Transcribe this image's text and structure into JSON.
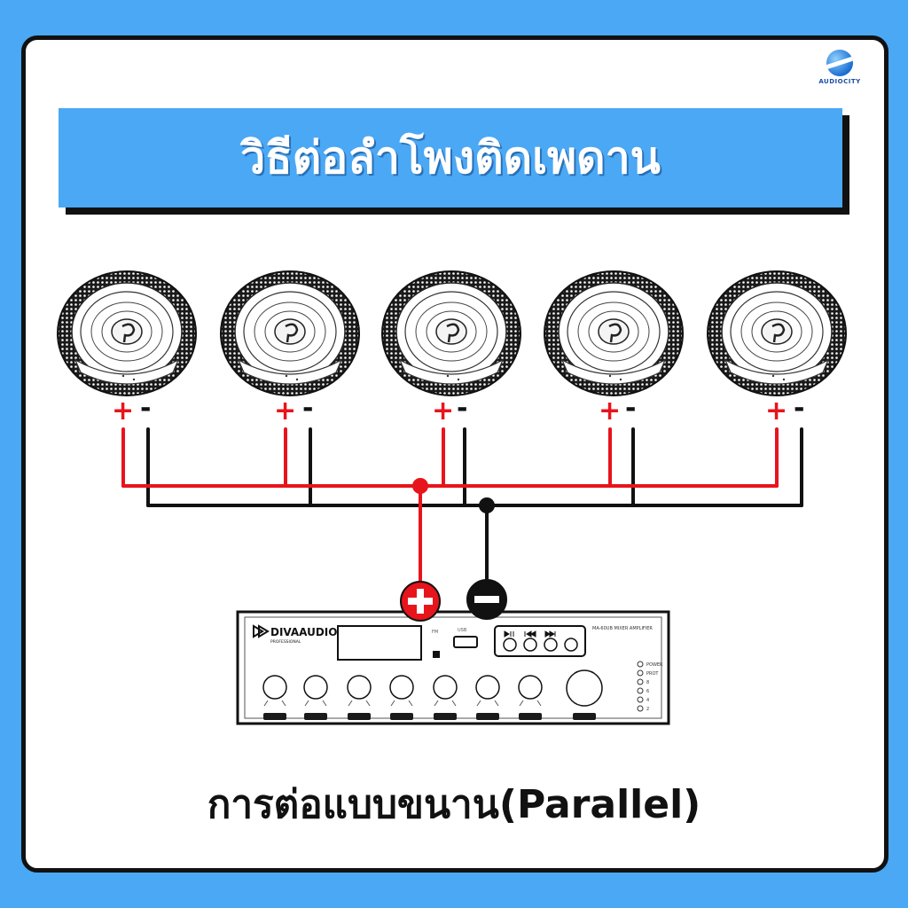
{
  "brand": {
    "name": "AUDIOCITY"
  },
  "title": "วิธีต่อลำโพงติดเพดาน",
  "caption": "การต่อแบบขนาน(Parallel)",
  "speakers": [
    {
      "plus": "+",
      "minus": "-"
    },
    {
      "plus": "+",
      "minus": "-"
    },
    {
      "plus": "+",
      "minus": "-"
    },
    {
      "plus": "+",
      "minus": "-"
    },
    {
      "plus": "+",
      "minus": "-"
    }
  ],
  "terminals": {
    "positive": "+",
    "negative": "-"
  },
  "amplifier": {
    "brand": "DIVAAUDIO",
    "brand_sub": "PROFESSIONAL",
    "model": "MA-60UB MIXER AMPLIFIER",
    "fm_label": "FM",
    "usb_label": "USB",
    "indicators": [
      "POWER",
      "PROT",
      "8",
      "6",
      "4",
      "2"
    ]
  },
  "colors": {
    "positive_wire": "#e8141c",
    "negative_wire": "#111111",
    "accent": "#4aa8f5"
  }
}
